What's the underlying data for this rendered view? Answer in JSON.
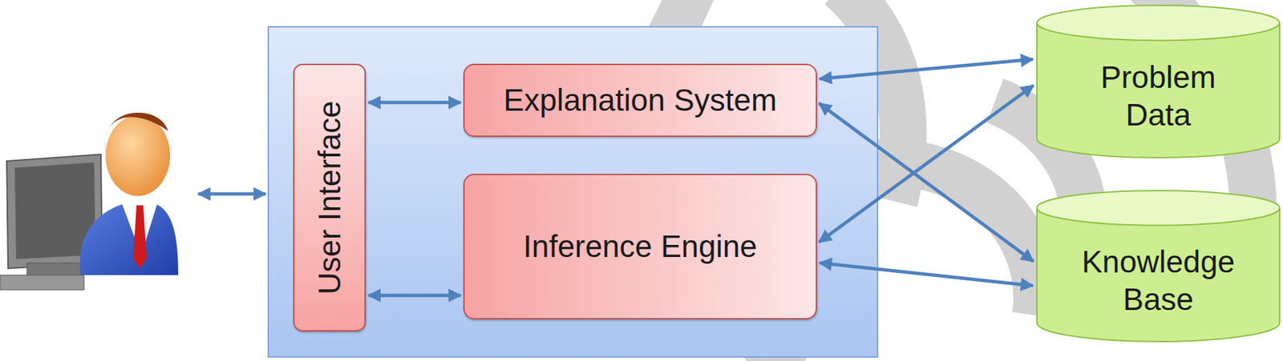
{
  "diagram": {
    "nodes": [
      {
        "text": [
          "User Interface"
        ]
      },
      {
        "text": [
          "Explanation System"
        ]
      },
      {
        "text": [
          "Inference Engine"
        ]
      },
      {
        "text": [
          "Problem Data"
        ]
      },
      {
        "text": [
          "Knowledge Base"
        ]
      }
    ],
    "edges": [
      {
        "from": 0,
        "to": 1,
        "arrow": "both"
      },
      {
        "from": 0,
        "to": 2,
        "arrow": "both"
      },
      {
        "from": 1,
        "to": 3,
        "arrow": "both"
      },
      {
        "from": 1,
        "to": 4,
        "arrow": "both"
      },
      {
        "from": 2,
        "to": 3,
        "arrow": "both"
      },
      {
        "from": 2,
        "to": 4,
        "arrow": "both"
      }
    ]
  }
}
